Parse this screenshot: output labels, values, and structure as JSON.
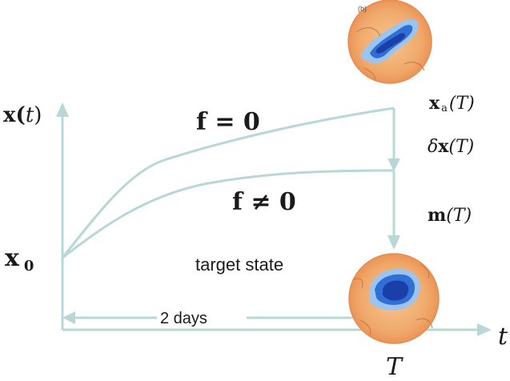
{
  "colors": {
    "arrow": "#b7d8d6",
    "text": "#1a1a1a",
    "map_warm": "#f0a86a",
    "map_cold": "#2f6fd6"
  },
  "panel_tag": "(b)",
  "axes": {
    "y_label_main": "x(",
    "y_label_var": "t",
    "y_label_close": ")",
    "x_label": "t",
    "t_label": "T"
  },
  "start": {
    "symbol": "x",
    "subscript": "0"
  },
  "curves": {
    "unforced": "f = 0",
    "forced": "f ≠ 0"
  },
  "end_labels": {
    "analysis_main": "x",
    "analysis_sub": "a",
    "analysis_arg": "(T)",
    "increment_delta": "δ",
    "increment_main": "x",
    "increment_arg": "(T)",
    "model_main": "m",
    "model_arg": "(T)"
  },
  "target_state": "target state",
  "duration": "2 days",
  "icons": {
    "top_map": "polar-map-icon",
    "bottom_map": "polar-map-icon"
  }
}
